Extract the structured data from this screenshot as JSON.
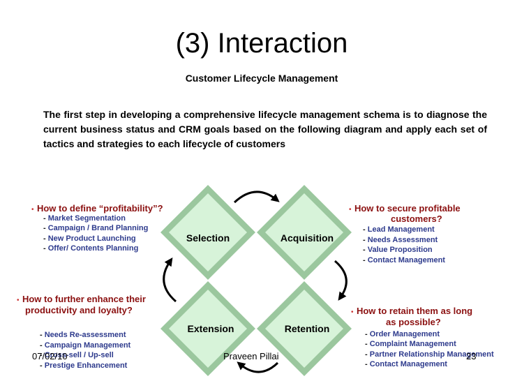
{
  "slide": {
    "title": "(3) Interaction",
    "subtitle": "Customer Lifecycle Management",
    "intro": "The first step in developing a comprehensive lifecycle management schema is to diagnose the current business status and CRM goals based on the following diagram and apply each set of tactics and strategies to each lifecycle of customers"
  },
  "diagram": {
    "stages": {
      "selection": "Selection",
      "acquisition": "Acquisition",
      "extension": "Extension",
      "retention": "Retention"
    },
    "colors": {
      "diamond_fill": "#d7f3d9",
      "diamond_edge": "#9bc79e",
      "question": "#8b1010",
      "item": "#2d3a8c"
    }
  },
  "quadrants": {
    "top_left": {
      "question": "How to define “profitability”?",
      "items": [
        "Market Segmentation",
        "Campaign / Brand Planning",
        "New Product Launching",
        "Offer/ Contents Planning"
      ]
    },
    "top_right": {
      "question_line1": "How to secure profitable",
      "question_line2": "customers?",
      "items": [
        "Lead Management",
        "Needs Assessment",
        "Value Proposition",
        "Contact Management"
      ]
    },
    "bottom_left": {
      "question_line1": "How to further enhance their",
      "question_line2": "productivity and loyalty?",
      "items": [
        "Needs Re-assessment",
        "Campaign Management",
        "Cross-sell / Up-sell",
        "Prestige Enhancement"
      ]
    },
    "bottom_right": {
      "question_line1": "How to retain them as long",
      "question_line2": "as possible?",
      "items": [
        "Order Management",
        "Complaint Management",
        "Partner Relationship Management",
        "Contact Management"
      ]
    }
  },
  "footer": {
    "date": "07/02/10",
    "author": "Praveen Pillai",
    "page": "23"
  }
}
